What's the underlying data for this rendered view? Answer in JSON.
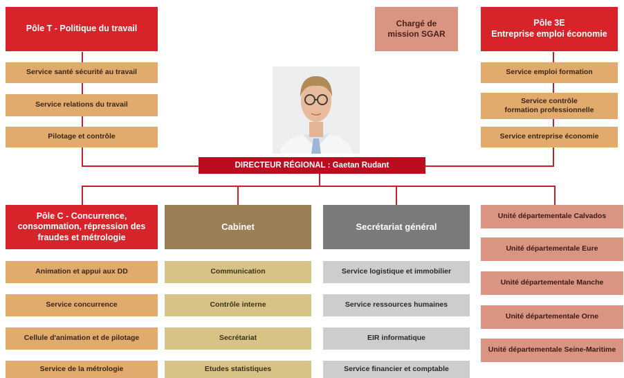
{
  "pole_t": {
    "title": "Pôle T  - Politique du travail",
    "services": [
      "Service santé sécurité au travail",
      "Service relations du travail",
      "Pilotage et contrôle"
    ]
  },
  "charge_mission": "Chargé de\nmission SGAR",
  "pole_3e": {
    "title": "Pôle 3E\nEntreprise emploi économie",
    "services": [
      "Service emploi formation",
      "Service contrôle\nformation professionnelle",
      "Service entreprise économie"
    ]
  },
  "director": "DIRECTEUR RÉGIONAL :  Gaetan Rudant",
  "pole_c": {
    "title": "Pôle C - Concurrence,\nconsommation, répression des\nfraudes et métrologie",
    "services": [
      "Animation et appui aux DD",
      "Service concurrence",
      "Cellule d'animation et de pilotage",
      "Service de la métrologie"
    ]
  },
  "cabinet": {
    "title": "Cabinet",
    "services": [
      "Communication",
      "Contrôle interne",
      "Secrétariat",
      "Etudes statistiques"
    ]
  },
  "secretariat": {
    "title": "Secrétariat général",
    "services": [
      "Service logistique et immobilier",
      "Service ressources humaines",
      "EIR informatique",
      "Service financier et comptable"
    ]
  },
  "unites": [
    "Unité départementale Calvados",
    "Unité départementale Eure",
    "Unité départementale Manche",
    "Unité départementale Orne",
    "Unité départementale Seine-Maritime"
  ]
}
